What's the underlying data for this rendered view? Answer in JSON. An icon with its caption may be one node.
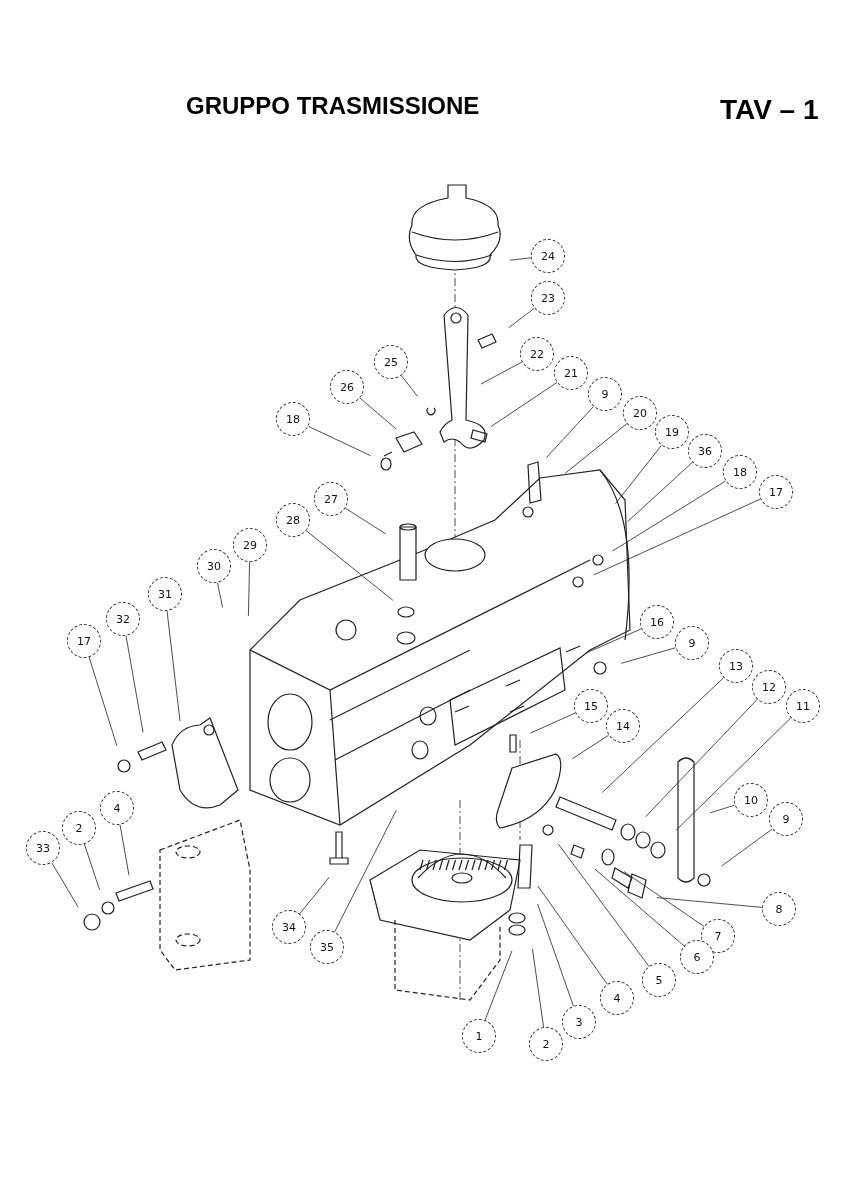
{
  "diagram": {
    "title": "GRUPPO TRASMISSIONE",
    "nodes": [
      {
        "text": [
          "24"
        ]
      },
      {
        "text": [
          "23"
        ]
      },
      {
        "text": [
          "22"
        ]
      },
      {
        "text": [
          "25"
        ]
      },
      {
        "text": [
          "21"
        ]
      },
      {
        "text": [
          "26"
        ]
      },
      {
        "text": [
          "9"
        ]
      },
      {
        "text": [
          "18"
        ]
      },
      {
        "text": [
          "20"
        ]
      },
      {
        "text": [
          "19"
        ]
      },
      {
        "text": [
          "36"
        ]
      },
      {
        "text": [
          "27"
        ]
      },
      {
        "text": [
          "18"
        ]
      },
      {
        "text": [
          "17"
        ]
      },
      {
        "text": [
          "28"
        ]
      },
      {
        "text": [
          "30"
        ]
      },
      {
        "text": [
          "29"
        ]
      },
      {
        "text": [
          "31"
        ]
      },
      {
        "text": [
          "32"
        ]
      },
      {
        "text": [
          "17"
        ]
      },
      {
        "text": [
          "16"
        ]
      },
      {
        "text": [
          "9"
        ]
      },
      {
        "text": [
          "13"
        ]
      },
      {
        "text": [
          "12"
        ]
      },
      {
        "text": [
          "11"
        ]
      },
      {
        "text": [
          "15"
        ]
      },
      {
        "text": [
          "14"
        ]
      },
      {
        "text": [
          "10"
        ]
      },
      {
        "text": [
          "9"
        ]
      },
      {
        "text": [
          "4"
        ]
      },
      {
        "text": [
          "2"
        ]
      },
      {
        "text": [
          "33"
        ]
      },
      {
        "text": [
          "8"
        ]
      },
      {
        "text": [
          "7"
        ]
      },
      {
        "text": [
          "6"
        ]
      },
      {
        "text": [
          "5"
        ]
      },
      {
        "text": [
          "34"
        ]
      },
      {
        "text": [
          "35"
        ]
      },
      {
        "text": [
          "4"
        ]
      },
      {
        "text": [
          "3"
        ]
      },
      {
        "text": [
          "1"
        ]
      },
      {
        "text": [
          "2"
        ]
      }
    ],
    "edges": [
      {
        "from": 0,
        "to": null,
        "arrow": "none"
      },
      {
        "from": 1,
        "to": null,
        "arrow": "none"
      },
      {
        "from": 2,
        "to": null,
        "arrow": "none"
      },
      {
        "from": 3,
        "to": null,
        "arrow": "none"
      },
      {
        "from": 4,
        "to": null,
        "arrow": "none"
      },
      {
        "from": 5,
        "to": null,
        "arrow": "none"
      },
      {
        "from": 6,
        "to": null,
        "arrow": "none"
      },
      {
        "from": 7,
        "to": null,
        "arrow": "none"
      },
      {
        "from": 8,
        "to": null,
        "arrow": "none"
      },
      {
        "from": 9,
        "to": null,
        "arrow": "none"
      },
      {
        "from": 10,
        "to": null,
        "arrow": "none"
      },
      {
        "from": 11,
        "to": null,
        "arrow": "none"
      },
      {
        "from": 12,
        "to": null,
        "arrow": "none"
      },
      {
        "from": 13,
        "to": null,
        "arrow": "none"
      },
      {
        "from": 14,
        "to": null,
        "arrow": "none"
      },
      {
        "from": 15,
        "to": null,
        "arrow": "none"
      },
      {
        "from": 16,
        "to": null,
        "arrow": "none"
      },
      {
        "from": 17,
        "to": null,
        "arrow": "none"
      },
      {
        "from": 18,
        "to": null,
        "arrow": "none"
      },
      {
        "from": 19,
        "to": null,
        "arrow": "none"
      },
      {
        "from": 20,
        "to": null,
        "arrow": "none"
      },
      {
        "from": 21,
        "to": null,
        "arrow": "none"
      },
      {
        "from": 22,
        "to": null,
        "arrow": "none"
      },
      {
        "from": 23,
        "to": null,
        "arrow": "none"
      },
      {
        "from": 24,
        "to": null,
        "arrow": "none"
      },
      {
        "from": 25,
        "to": null,
        "arrow": "none"
      },
      {
        "from": 26,
        "to": null,
        "arrow": "none"
      },
      {
        "from": 27,
        "to": null,
        "arrow": "none"
      },
      {
        "from": 28,
        "to": null,
        "arrow": "none"
      },
      {
        "from": 29,
        "to": null,
        "arrow": "none"
      },
      {
        "from": 30,
        "to": null,
        "arrow": "none"
      },
      {
        "from": 31,
        "to": null,
        "arrow": "none"
      },
      {
        "from": 32,
        "to": null,
        "arrow": "none"
      },
      {
        "from": 33,
        "to": null,
        "arrow": "none"
      },
      {
        "from": 34,
        "to": null,
        "arrow": "none"
      },
      {
        "from": 35,
        "to": null,
        "arrow": "none"
      },
      {
        "from": 36,
        "to": null,
        "arrow": "none"
      },
      {
        "from": 37,
        "to": null,
        "arrow": "none"
      },
      {
        "from": 38,
        "to": null,
        "arrow": "none"
      },
      {
        "from": 39,
        "to": null,
        "arrow": "none"
      },
      {
        "from": 40,
        "to": null,
        "arrow": "none"
      },
      {
        "from": 41,
        "to": null,
        "arrow": "none"
      }
    ],
    "labels": [
      "TAV – 1"
    ]
  }
}
